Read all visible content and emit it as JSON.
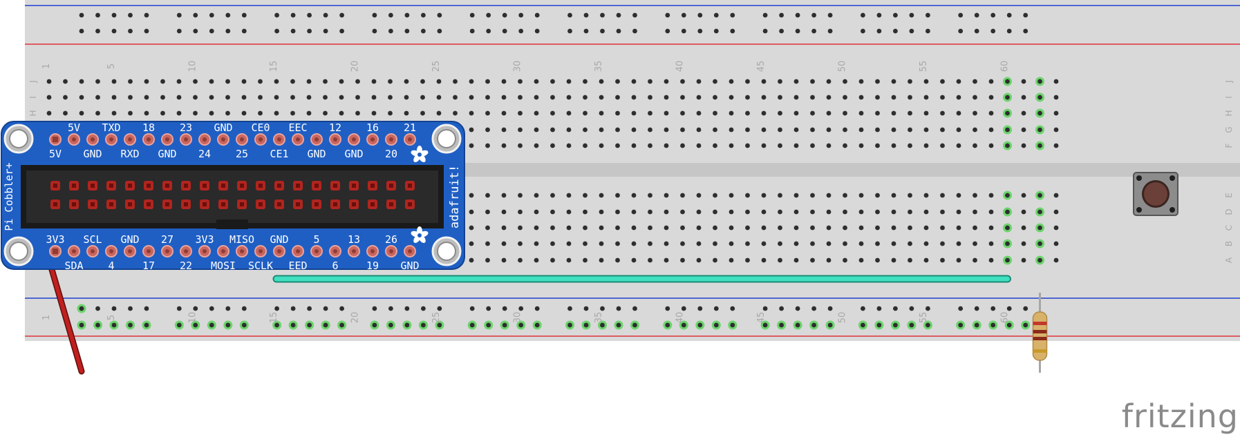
{
  "breadboard": {
    "row_labels_top": [
      "J",
      "I",
      "H",
      "G",
      "F"
    ],
    "row_labels_bottom": [
      "E",
      "D",
      "C",
      "B",
      "A"
    ],
    "column_numbers": [
      "1",
      "5",
      "10",
      "15",
      "20",
      "25",
      "30",
      "35",
      "40",
      "45",
      "50",
      "55",
      "60"
    ],
    "colors": {
      "board": "#d9d9d9",
      "hole": "#2e2e2e",
      "rail_blue": "#1f3fd1",
      "rail_red": "#e0323a",
      "highlight": "#5fd35f"
    }
  },
  "cobbler": {
    "name": "Pi Cobbler+",
    "brand": "adafruit!",
    "top_row_upper": [
      "5V",
      "TXD",
      "18",
      "23",
      "GND",
      "CE0",
      "EEC",
      "12",
      "16",
      "21"
    ],
    "top_row_lower": [
      "5V",
      "GND",
      "RXD",
      "GND",
      "24",
      "25",
      "CE1",
      "GND",
      "GND",
      "20"
    ],
    "bottom_row_upper": [
      "3V3",
      "SCL",
      "GND",
      "27",
      "3V3",
      "MISO",
      "GND",
      "5",
      "13",
      "26"
    ],
    "bottom_row_lower": [
      "SDA",
      "4",
      "17",
      "22",
      "MOSI",
      "SCLK",
      "EED",
      "6",
      "19",
      "GND"
    ],
    "colors": {
      "board": "#1f5fc4",
      "pad": "#c9665f",
      "header": "#2a2a2a"
    }
  },
  "wires": [
    {
      "name": "ground-jumper",
      "color": "#c0201e"
    },
    {
      "name": "signal-jumper",
      "color": "#3fe0c0"
    }
  ],
  "components": [
    {
      "name": "push-button",
      "color": "#6b4038"
    },
    {
      "name": "resistor",
      "color": "#d9b26a"
    }
  ],
  "watermark": "fritzing"
}
